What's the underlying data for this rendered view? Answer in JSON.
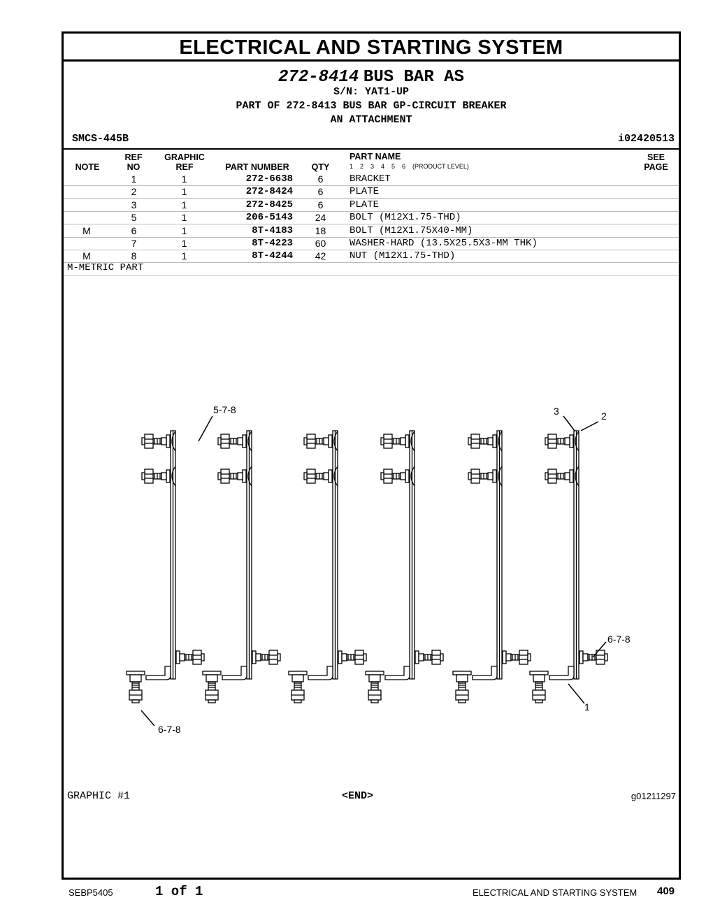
{
  "header": {
    "section_title": "ELECTRICAL AND STARTING SYSTEM",
    "assembly_number": "272-8414",
    "assembly_name": "BUS BAR AS",
    "serial": "S/N: YAT1-UP",
    "part_of": "PART OF 272-8413 BUS BAR GP-CIRCUIT BREAKER",
    "attachment": "AN ATTACHMENT",
    "smcs": "SMCS-445B",
    "illustration_id": "i02420513"
  },
  "columns": {
    "note": "NOTE",
    "ref_no_1": "REF",
    "ref_no_2": "NO",
    "graphic_ref_1": "GRAPHIC",
    "graphic_ref_2": "REF",
    "part_number": "PART NUMBER",
    "qty": "QTY",
    "part_name": "PART NAME",
    "product_levels": "1    2    3    4    5    6    (PRODUCT LEVEL)",
    "see_page_1": "SEE",
    "see_page_2": "PAGE"
  },
  "parts": [
    {
      "note": "",
      "ref": "1",
      "graphic": "1",
      "part_number": "272-6638",
      "qty": "6",
      "name": "BRACKET"
    },
    {
      "note": "",
      "ref": "2",
      "graphic": "1",
      "part_number": "272-8424",
      "qty": "6",
      "name": "PLATE"
    },
    {
      "note": "",
      "ref": "3",
      "graphic": "1",
      "part_number": "272-8425",
      "qty": "6",
      "name": "PLATE"
    },
    {
      "note": "",
      "ref": "5",
      "graphic": "1",
      "part_number": "206-5143",
      "qty": "24",
      "name": "BOLT (M12X1.75-THD)"
    },
    {
      "note": "M",
      "ref": "6",
      "graphic": "1",
      "part_number": "8T-4183",
      "qty": "18",
      "name": "BOLT (M12X1.75X40-MM)"
    },
    {
      "note": "",
      "ref": "7",
      "graphic": "1",
      "part_number": "8T-4223",
      "qty": "60",
      "name": "WASHER-HARD (13.5X25.5X3-MM THK)"
    },
    {
      "note": "M",
      "ref": "8",
      "graphic": "1",
      "part_number": "8T-4244",
      "qty": "42",
      "name": "NUT (M12X1.75-THD)"
    }
  ],
  "metric_note": "M-METRIC PART",
  "graphic": {
    "callout_top_left": "5-7-8",
    "callout_bottom_left": "6-7-8",
    "callout_3": "3",
    "callout_2": "2",
    "callout_right": "6-7-8",
    "callout_1": "1",
    "label": "GRAPHIC #1",
    "end": "<END>",
    "graphic_id": "g01211297"
  },
  "footer": {
    "doc": "SEBP5405",
    "page_of": "1 of 1",
    "section": "ELECTRICAL AND STARTING SYSTEM",
    "page_number": "409"
  }
}
